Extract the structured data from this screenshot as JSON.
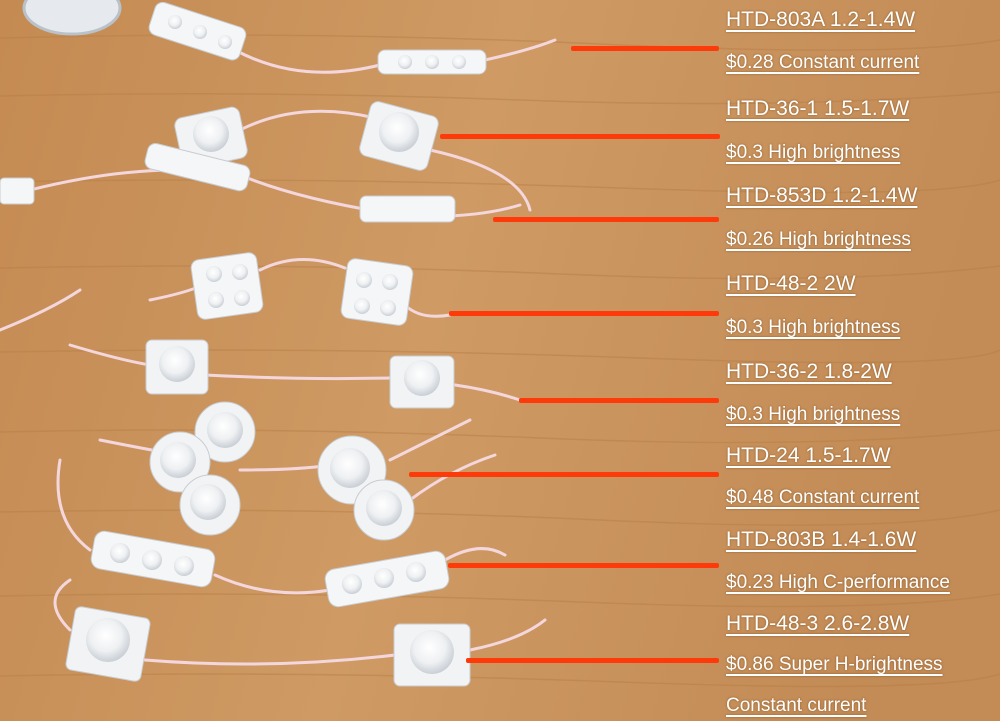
{
  "colors": {
    "pointer": "#ff3a0a",
    "label_text": "#ffffff",
    "wood": "#c9915a"
  },
  "products": [
    {
      "title": "HTD-803A  1.2-1.4W",
      "price": "$0.28  Constant current"
    },
    {
      "title": "HTD-36-1  1.5-1.7W",
      "price": "$0.3  High brightness"
    },
    {
      "title": "HTD-853D  1.2-1.4W",
      "price": "$0.26  High brightness"
    },
    {
      "title": "HTD-48-2  2W",
      "price": "$0.3  High brightness"
    },
    {
      "title": "HTD-36-2  1.8-2W",
      "price": "$0.3  High brightness"
    },
    {
      "title": "HTD-24  1.5-1.7W",
      "price": "$0.48  Constant current"
    },
    {
      "title": "HTD-803B  1.4-1.6W",
      "price": "$0.23  High C-performance"
    },
    {
      "title": "HTD-48-3  2.6-2.8W",
      "price": "$0.86  Super H-brightness",
      "extra": "Constant current"
    }
  ]
}
